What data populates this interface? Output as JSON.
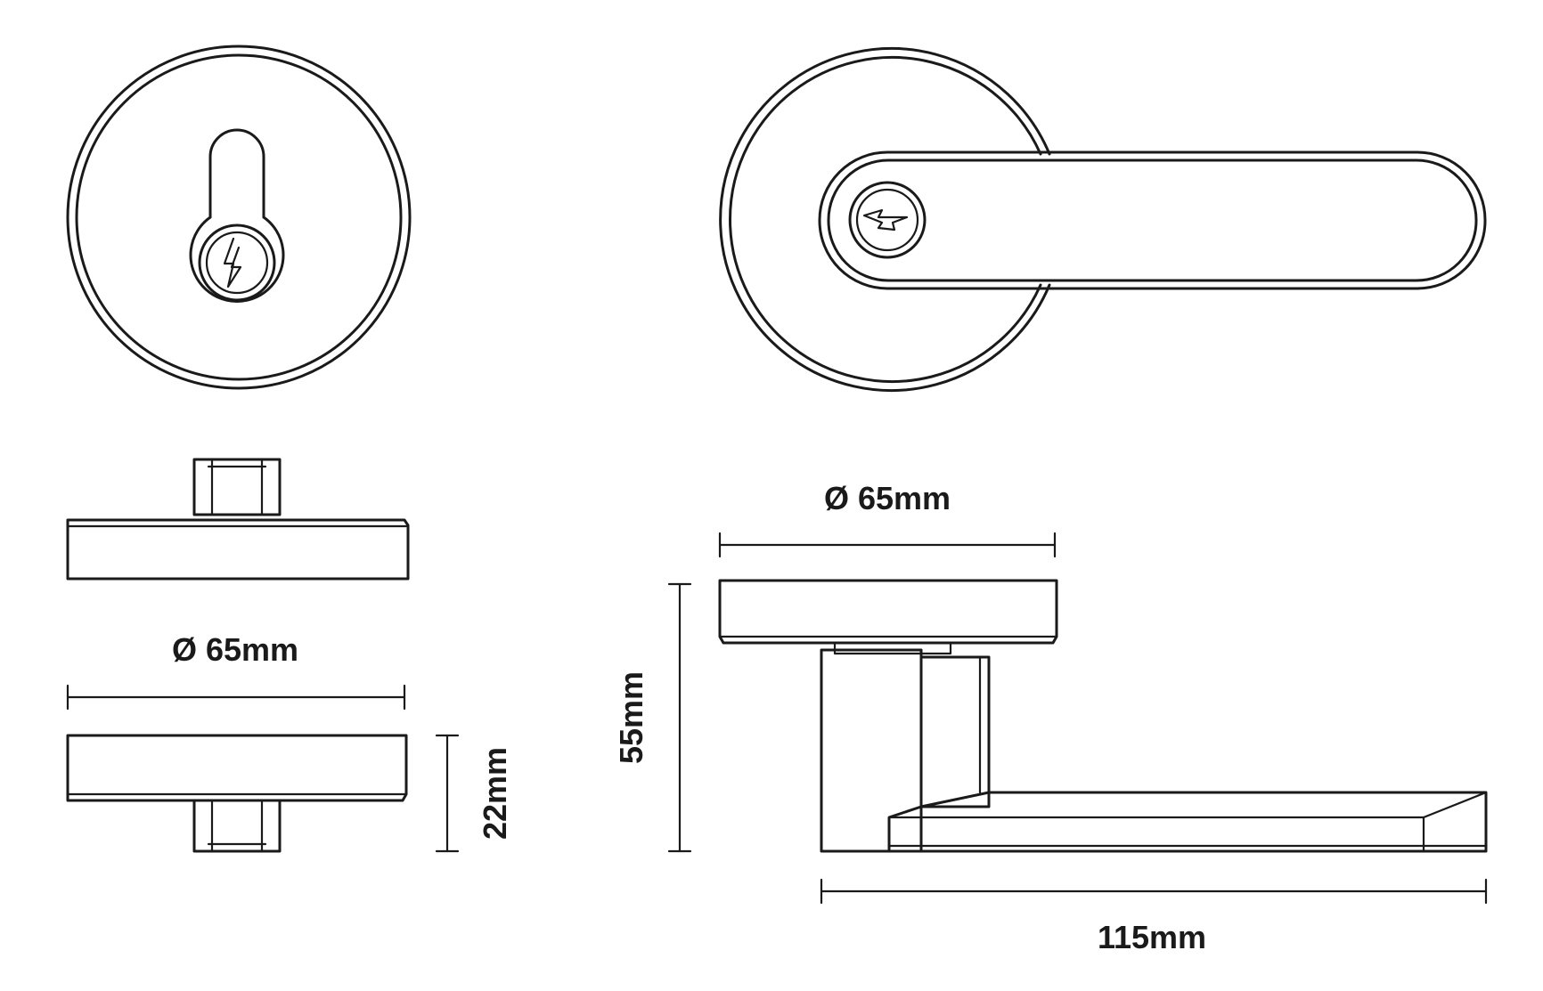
{
  "dimensions": {
    "deadbolt_diameter": "Ø 65mm",
    "deadbolt_height": "22mm",
    "lever_diameter": "Ø 65mm",
    "lever_height": "55mm",
    "lever_length": "115mm"
  },
  "colors": {
    "line": "#1a1a1a",
    "background": "#ffffff"
  }
}
